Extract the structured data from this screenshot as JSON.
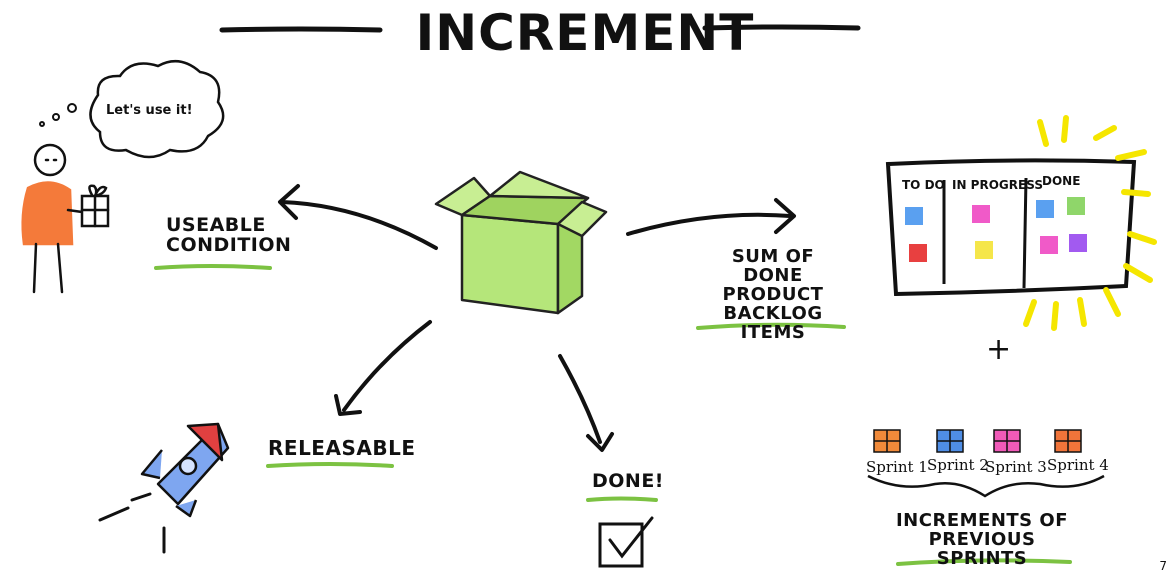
{
  "title": "INCREMENT",
  "thought_bubble": "Let's use it!",
  "labels": {
    "useable": [
      "USEABLE",
      "CONDITION"
    ],
    "sum": [
      "SUM OF DONE",
      "PRODUCT",
      "BACKLOG ITEMS"
    ],
    "releasable": "RELEASABLE",
    "done": "DONE!",
    "increments": [
      "INCREMENTS OF",
      "PREVIOUS SPRINTS"
    ]
  },
  "board": {
    "columns": [
      "TO DO",
      "IN PROGRESS",
      "DONE"
    ]
  },
  "plus": "+",
  "sprints": [
    "Sprint 1",
    "Sprint 2",
    "Sprint 3",
    "Sprint 4"
  ],
  "page_number": "7",
  "colors": {
    "box_green": "#b5e67a",
    "underline_green": "#7cc242",
    "person_orange": "#f47a3a",
    "rocket_blue": "#7ea6f0",
    "rocket_red": "#e04040",
    "glow_yellow": "#f5e600",
    "sticky_blue": "#5aa0f0",
    "sticky_red": "#e84040",
    "sticky_pink": "#f05ac8",
    "sticky_yellow": "#f5e64a",
    "sticky_green": "#8fd66a",
    "sticky_purple": "#a25af0"
  }
}
